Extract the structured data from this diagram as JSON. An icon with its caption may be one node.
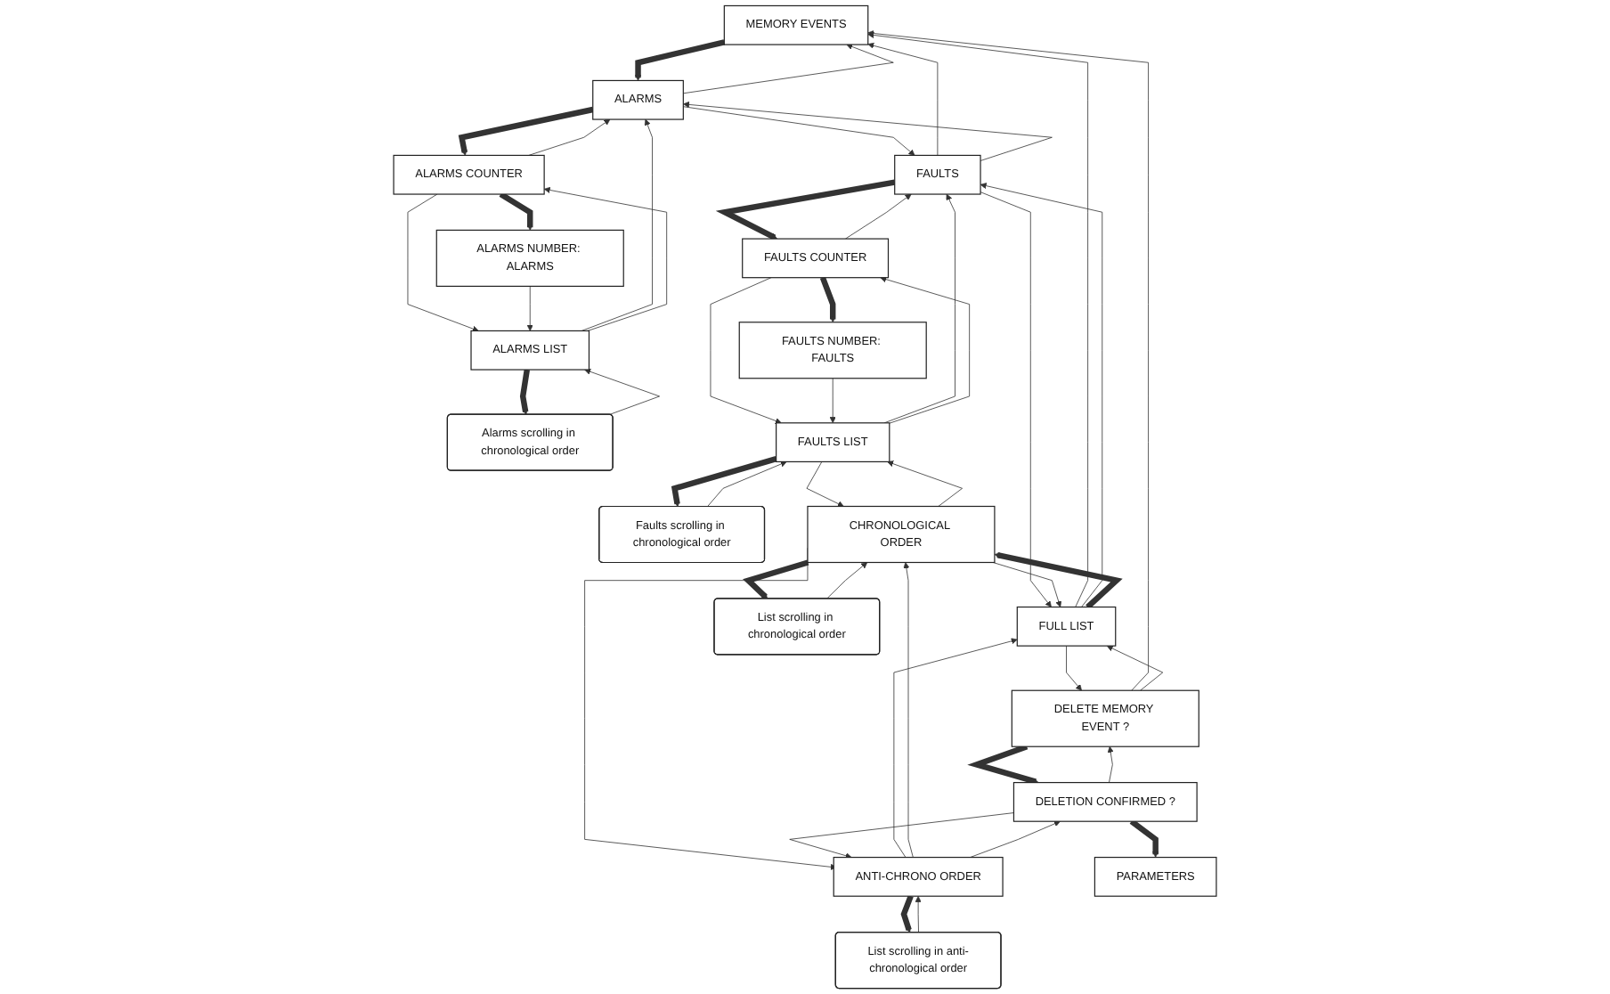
{
  "diagram": {
    "nodes": [
      {
        "text": [
          "MEMORY EVENTS"
        ]
      },
      {
        "text": [
          "ALARMS"
        ]
      },
      {
        "text": [
          "ALARMS COUNTER"
        ]
      },
      {
        "text": [
          "ALARMS NUMBER: ALARMS"
        ]
      },
      {
        "text": [
          "ALARMS LIST"
        ]
      },
      {
        "text": [
          "Alarms scrolling in chronological order"
        ]
      },
      {
        "text": [
          "FAULTS"
        ]
      },
      {
        "text": [
          "FAULTS COUNTER"
        ]
      },
      {
        "text": [
          "FAULTS NUMBER: FAULTS"
        ]
      },
      {
        "text": [
          "FAULTS LIST"
        ]
      },
      {
        "text": [
          "Faults scrolling in chronological order"
        ]
      },
      {
        "text": [
          "FULL LIST"
        ]
      },
      {
        "text": [
          "CHRONOLOGICAL ORDER"
        ]
      },
      {
        "text": [
          "List scrolling in chronological order"
        ]
      },
      {
        "text": [
          "ANTI-CHRONO ORDER"
        ]
      },
      {
        "text": [
          "List scrolling in anti-chronological order"
        ]
      },
      {
        "text": [
          "DELETE MEMORY EVENT ?"
        ]
      },
      {
        "text": [
          "DELETION CONFIRMED ?"
        ]
      },
      {
        "text": [
          "PARAMETERS"
        ]
      }
    ],
    "edges": [
      {
        "from": 0,
        "to": 1,
        "arrow": "to",
        "style": "thick"
      },
      {
        "from": 1,
        "to": 0,
        "arrow": "to"
      },
      {
        "from": 6,
        "to": 0,
        "arrow": "to"
      },
      {
        "from": 11,
        "to": 0,
        "arrow": "to"
      },
      {
        "from": 16,
        "to": 0,
        "arrow": "to"
      },
      {
        "from": 1,
        "to": 2,
        "arrow": "to",
        "style": "thick"
      },
      {
        "from": 2,
        "to": 1,
        "arrow": "to"
      },
      {
        "from": 4,
        "to": 1,
        "arrow": "to"
      },
      {
        "from": 2,
        "to": 4,
        "arrow": "to"
      },
      {
        "from": 4,
        "to": 2,
        "arrow": "to"
      },
      {
        "from": 2,
        "to": 3,
        "arrow": "to",
        "style": "thick"
      },
      {
        "from": 3,
        "to": 4,
        "arrow": "to"
      },
      {
        "from": 5,
        "to": 4,
        "arrow": "to"
      },
      {
        "from": 4,
        "to": 5,
        "arrow": "to",
        "style": "thick"
      },
      {
        "from": 1,
        "to": 6,
        "arrow": "to"
      },
      {
        "from": 6,
        "to": 1,
        "arrow": "to"
      },
      {
        "from": 6,
        "to": 7,
        "arrow": "to",
        "style": "thick"
      },
      {
        "from": 7,
        "to": 6,
        "arrow": "to"
      },
      {
        "from": 9,
        "to": 6,
        "arrow": "to"
      },
      {
        "from": 7,
        "to": 9,
        "arrow": "to"
      },
      {
        "from": 9,
        "to": 7,
        "arrow": "to"
      },
      {
        "from": 7,
        "to": 8,
        "arrow": "to",
        "style": "thick"
      },
      {
        "from": 8,
        "to": 9,
        "arrow": "to"
      },
      {
        "from": 10,
        "to": 9,
        "arrow": "to"
      },
      {
        "from": 9,
        "to": 10,
        "arrow": "to",
        "style": "thick"
      },
      {
        "from": 6,
        "to": 11,
        "arrow": "to"
      },
      {
        "from": 11,
        "to": 6,
        "arrow": "to"
      },
      {
        "from": 9,
        "to": 12,
        "arrow": "to"
      },
      {
        "from": 12,
        "to": 9,
        "arrow": "to"
      },
      {
        "from": 11,
        "to": 12,
        "arrow": "to",
        "style": "thick"
      },
      {
        "from": 12,
        "to": 11,
        "arrow": "to"
      },
      {
        "from": 14,
        "to": 11,
        "arrow": "to"
      },
      {
        "from": 12,
        "to": 13,
        "arrow": "to",
        "style": "thick"
      },
      {
        "from": 13,
        "to": 12,
        "arrow": "to"
      },
      {
        "from": 12,
        "to": 14,
        "arrow": "to"
      },
      {
        "from": 14,
        "to": 12,
        "arrow": "to"
      },
      {
        "from": 14,
        "to": 15,
        "arrow": "to",
        "style": "thick"
      },
      {
        "from": 15,
        "to": 14,
        "arrow": "to"
      },
      {
        "from": 11,
        "to": 16,
        "arrow": "to"
      },
      {
        "from": 16,
        "to": 11,
        "arrow": "to"
      },
      {
        "from": 14,
        "to": 17,
        "arrow": "to"
      },
      {
        "from": 17,
        "to": 14,
        "arrow": "to"
      },
      {
        "from": 16,
        "to": 17,
        "arrow": "to",
        "style": "thick"
      },
      {
        "from": 17,
        "to": 16,
        "arrow": "to"
      },
      {
        "from": 17,
        "to": 18,
        "arrow": "to",
        "style": "thick"
      }
    ]
  }
}
